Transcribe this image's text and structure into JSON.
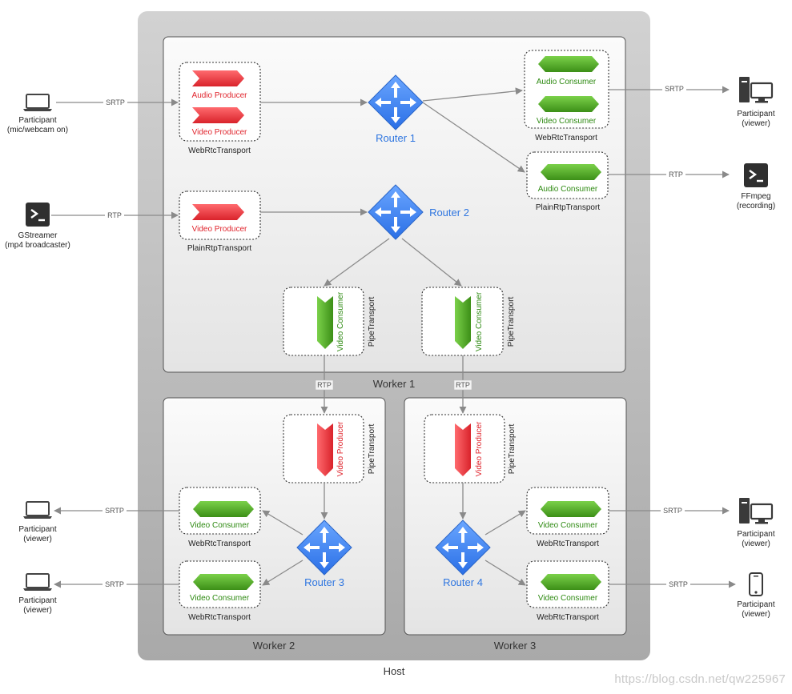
{
  "host": {
    "label": "Host"
  },
  "workers": [
    {
      "label": "Worker 1"
    },
    {
      "label": "Worker 2"
    },
    {
      "label": "Worker 3"
    }
  ],
  "routers": [
    {
      "label": "Router 1"
    },
    {
      "label": "Router 2"
    },
    {
      "label": "Router 3"
    },
    {
      "label": "Router 4"
    }
  ],
  "transports": {
    "w1_webrtc_in": "WebRtcTransport",
    "w1_plain_in": "PlainRtpTransport",
    "w1_webrtc_out": "WebRtcTransport",
    "w1_plain_out": "PlainRtpTransport",
    "w1_pipe_a": "PipeTransport",
    "w1_pipe_b": "PipeTransport",
    "w2_pipe": "PipeTransport",
    "w2_webrtc_a": "WebRtcTransport",
    "w2_webrtc_b": "WebRtcTransport",
    "w3_pipe": "PipeTransport",
    "w3_webrtc_a": "WebRtcTransport",
    "w3_webrtc_b": "WebRtcTransport"
  },
  "producers": {
    "audio": "Audio Producer",
    "video": "Video Producer"
  },
  "consumers": {
    "audio": "Audio Consumer",
    "video": "Video Consumer"
  },
  "protocols": {
    "srtp": "SRTP",
    "rtp": "RTP"
  },
  "endpoints": {
    "participant_cam": {
      "name": "Participant",
      "detail": "(mic/webcam on)",
      "icon": "laptop-icon"
    },
    "gstreamer": {
      "name": "GStreamer",
      "detail": "(mp4 broadcaster)",
      "icon": "terminal-icon"
    },
    "viewer_desktop_top": {
      "name": "Participant",
      "detail": "(viewer)",
      "icon": "desktop-icon"
    },
    "ffmpeg": {
      "name": "FFmpeg",
      "detail": "(recording)",
      "icon": "terminal-icon"
    },
    "viewer_laptop_a": {
      "name": "Participant",
      "detail": "(viewer)",
      "icon": "laptop-icon"
    },
    "viewer_laptop_b": {
      "name": "Participant",
      "detail": "(viewer)",
      "icon": "laptop-icon"
    },
    "viewer_desktop_bottom": {
      "name": "Participant",
      "detail": "(viewer)",
      "icon": "desktop-icon"
    },
    "viewer_phone": {
      "name": "Participant",
      "detail": "(viewer)",
      "icon": "phone-icon"
    }
  },
  "watermark": "https://blog.csdn.net/qw225967",
  "colors": {
    "producer": "#e5333a",
    "consumer": "#46a020",
    "consumer_text": "#2e8a12",
    "producer_text": "#e0242c",
    "router": "#3b82f6",
    "router_text": "#2f76e0",
    "host_bg": "#b4b4b4",
    "worker_bg": "#efefef"
  }
}
